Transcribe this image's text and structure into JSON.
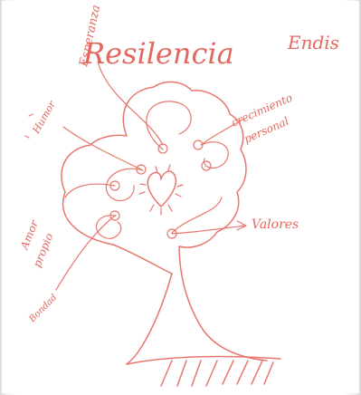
{
  "drawing": {
    "title": "Resilencia",
    "author": "Endis",
    "labels": {
      "esperanza": "Esperanza",
      "crecimiento_line1": "crecimiento",
      "crecimiento_line2": "personal",
      "valores": "Valores",
      "humor": "Humor",
      "amor_line1": "Amor",
      "amor_line2": "propio",
      "bondad": "Bondad"
    },
    "ink_color": "#e8766e"
  }
}
